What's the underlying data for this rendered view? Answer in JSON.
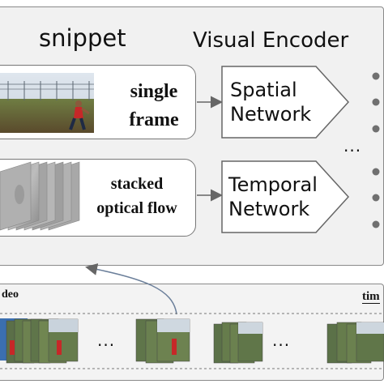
{
  "snippet_title": "snippet",
  "encoder_title": "Visual Encoder",
  "inputs": {
    "frame_label_1": "single",
    "frame_label_2": "frame",
    "flow_label_1": "stacked",
    "flow_label_2": "optical flow"
  },
  "networks": {
    "spatial_1": "Spatial",
    "spatial_2": "Network",
    "temporal_1": "Temporal",
    "temporal_2": "Network"
  },
  "ellipsis": "...",
  "video_label": "deo",
  "time_label": "tim",
  "colors": {
    "panel_bg": "#f1f1f1",
    "panel_border": "#8a8a8a",
    "arrow": "#666666",
    "dots": "#707070"
  }
}
